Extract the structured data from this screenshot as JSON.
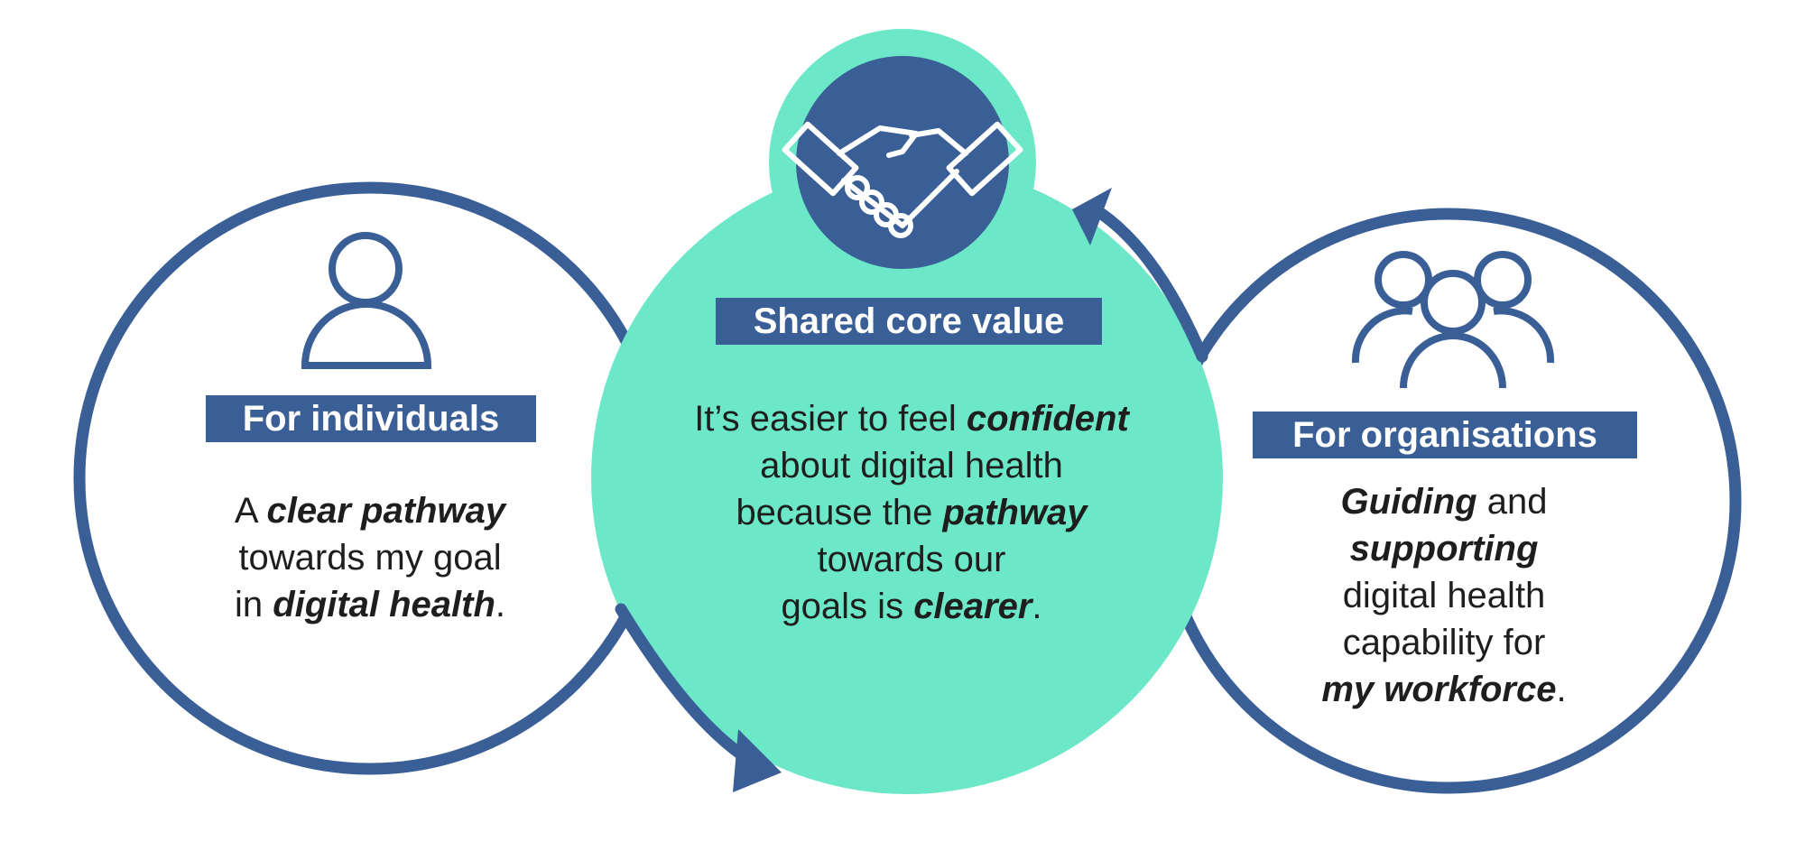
{
  "colors": {
    "navy": "#3a5f97",
    "teal": "#6ce8c8",
    "text": "#1e1e1e",
    "background": "#ffffff"
  },
  "icons": {
    "individual": "person-icon",
    "shared": "handshake-icon",
    "organisation": "group-icon"
  },
  "individuals": {
    "label": "For individuals",
    "text": [
      {
        "plain": "A ",
        "bold": "clear pathway"
      },
      {
        "plain": "towards my goal"
      },
      {
        "plain": "in ",
        "bold": "digital health",
        "after": "."
      }
    ]
  },
  "shared": {
    "label": "Shared core value",
    "text": [
      {
        "plain": "It’s easier to feel ",
        "bold": "confident"
      },
      {
        "plain": "about digital health"
      },
      {
        "plain": "because the ",
        "bold": "pathway"
      },
      {
        "plain": "towards our"
      },
      {
        "plain": "goals is ",
        "bold": "clearer",
        "after": "."
      }
    ]
  },
  "organisations": {
    "label": "For organisations",
    "text": [
      {
        "bold": "Guiding",
        "after": " and"
      },
      {
        "bold": "supporting"
      },
      {
        "plain": "digital health"
      },
      {
        "plain": "capability for"
      },
      {
        "bold": "my workforce",
        "after": "."
      }
    ]
  }
}
